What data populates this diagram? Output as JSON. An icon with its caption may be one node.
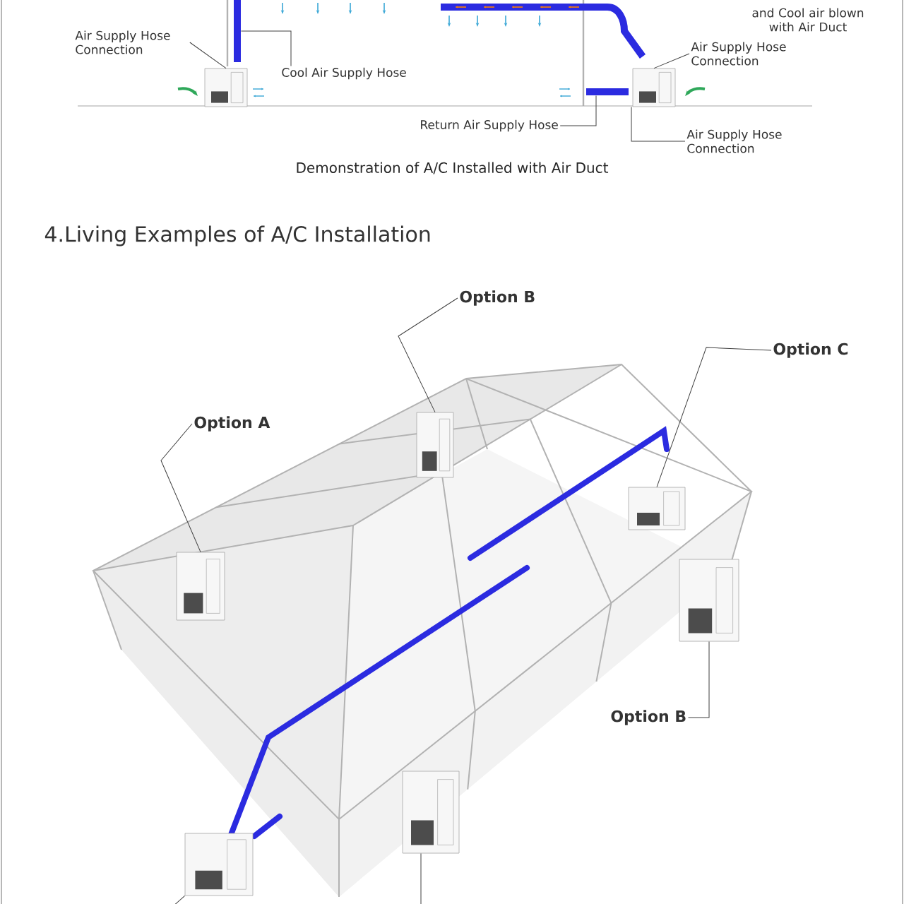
{
  "diagram": {
    "title": "4.Living Examples of A/C Installation",
    "nodes": [
      {
        "text": [
          "Air Supply Hose Connection"
        ]
      },
      {
        "text": [],
        "shape": "picture"
      },
      {
        "text": [
          "Cool Air Supply Hose"
        ]
      },
      {
        "text": [],
        "shape": "bar"
      },
      {
        "text": [
          "Air Supply Hose Connection"
        ]
      },
      {
        "text": [],
        "shape": "picture"
      },
      {
        "text": [
          "Return Air Supply Hose"
        ]
      },
      {
        "text": [],
        "shape": "bar"
      },
      {
        "text": [
          "Air Supply Hose Connection"
        ]
      },
      {
        "text": [
          "Option A"
        ]
      },
      {
        "text": [],
        "shape": "picture"
      },
      {
        "text": [
          "Option B"
        ]
      },
      {
        "text": [],
        "shape": "picture"
      },
      {
        "text": [
          "Option C"
        ]
      },
      {
        "text": [],
        "shape": "picture"
      },
      {
        "text": [
          "Option B"
        ]
      },
      {
        "text": [],
        "shape": "picture"
      },
      {
        "text": [],
        "shape": "picture"
      },
      {
        "text": [],
        "shape": "picture"
      }
    ],
    "edges": [
      {
        "from": 0,
        "to": 1,
        "arrow": "none"
      },
      {
        "from": 2,
        "to": 3,
        "arrow": "none"
      },
      {
        "from": 4,
        "to": 5,
        "arrow": "none"
      },
      {
        "from": 6,
        "to": 7,
        "arrow": "none"
      },
      {
        "from": 8,
        "to": 5,
        "arrow": "none"
      },
      {
        "from": 9,
        "to": 10,
        "arrow": "none"
      },
      {
        "from": 11,
        "to": 12,
        "arrow": "none"
      },
      {
        "from": 13,
        "to": 14,
        "arrow": "none"
      },
      {
        "from": 15,
        "to": 16,
        "arrow": "none"
      },
      {
        "from": null,
        "to": 17,
        "arrow": "none"
      },
      {
        "from": null,
        "to": 18,
        "arrow": "none"
      }
    ],
    "labels": [
      "and Cool air blown with Air Duct",
      "Demonstration of A/C Installed with Air Duct"
    ]
  }
}
